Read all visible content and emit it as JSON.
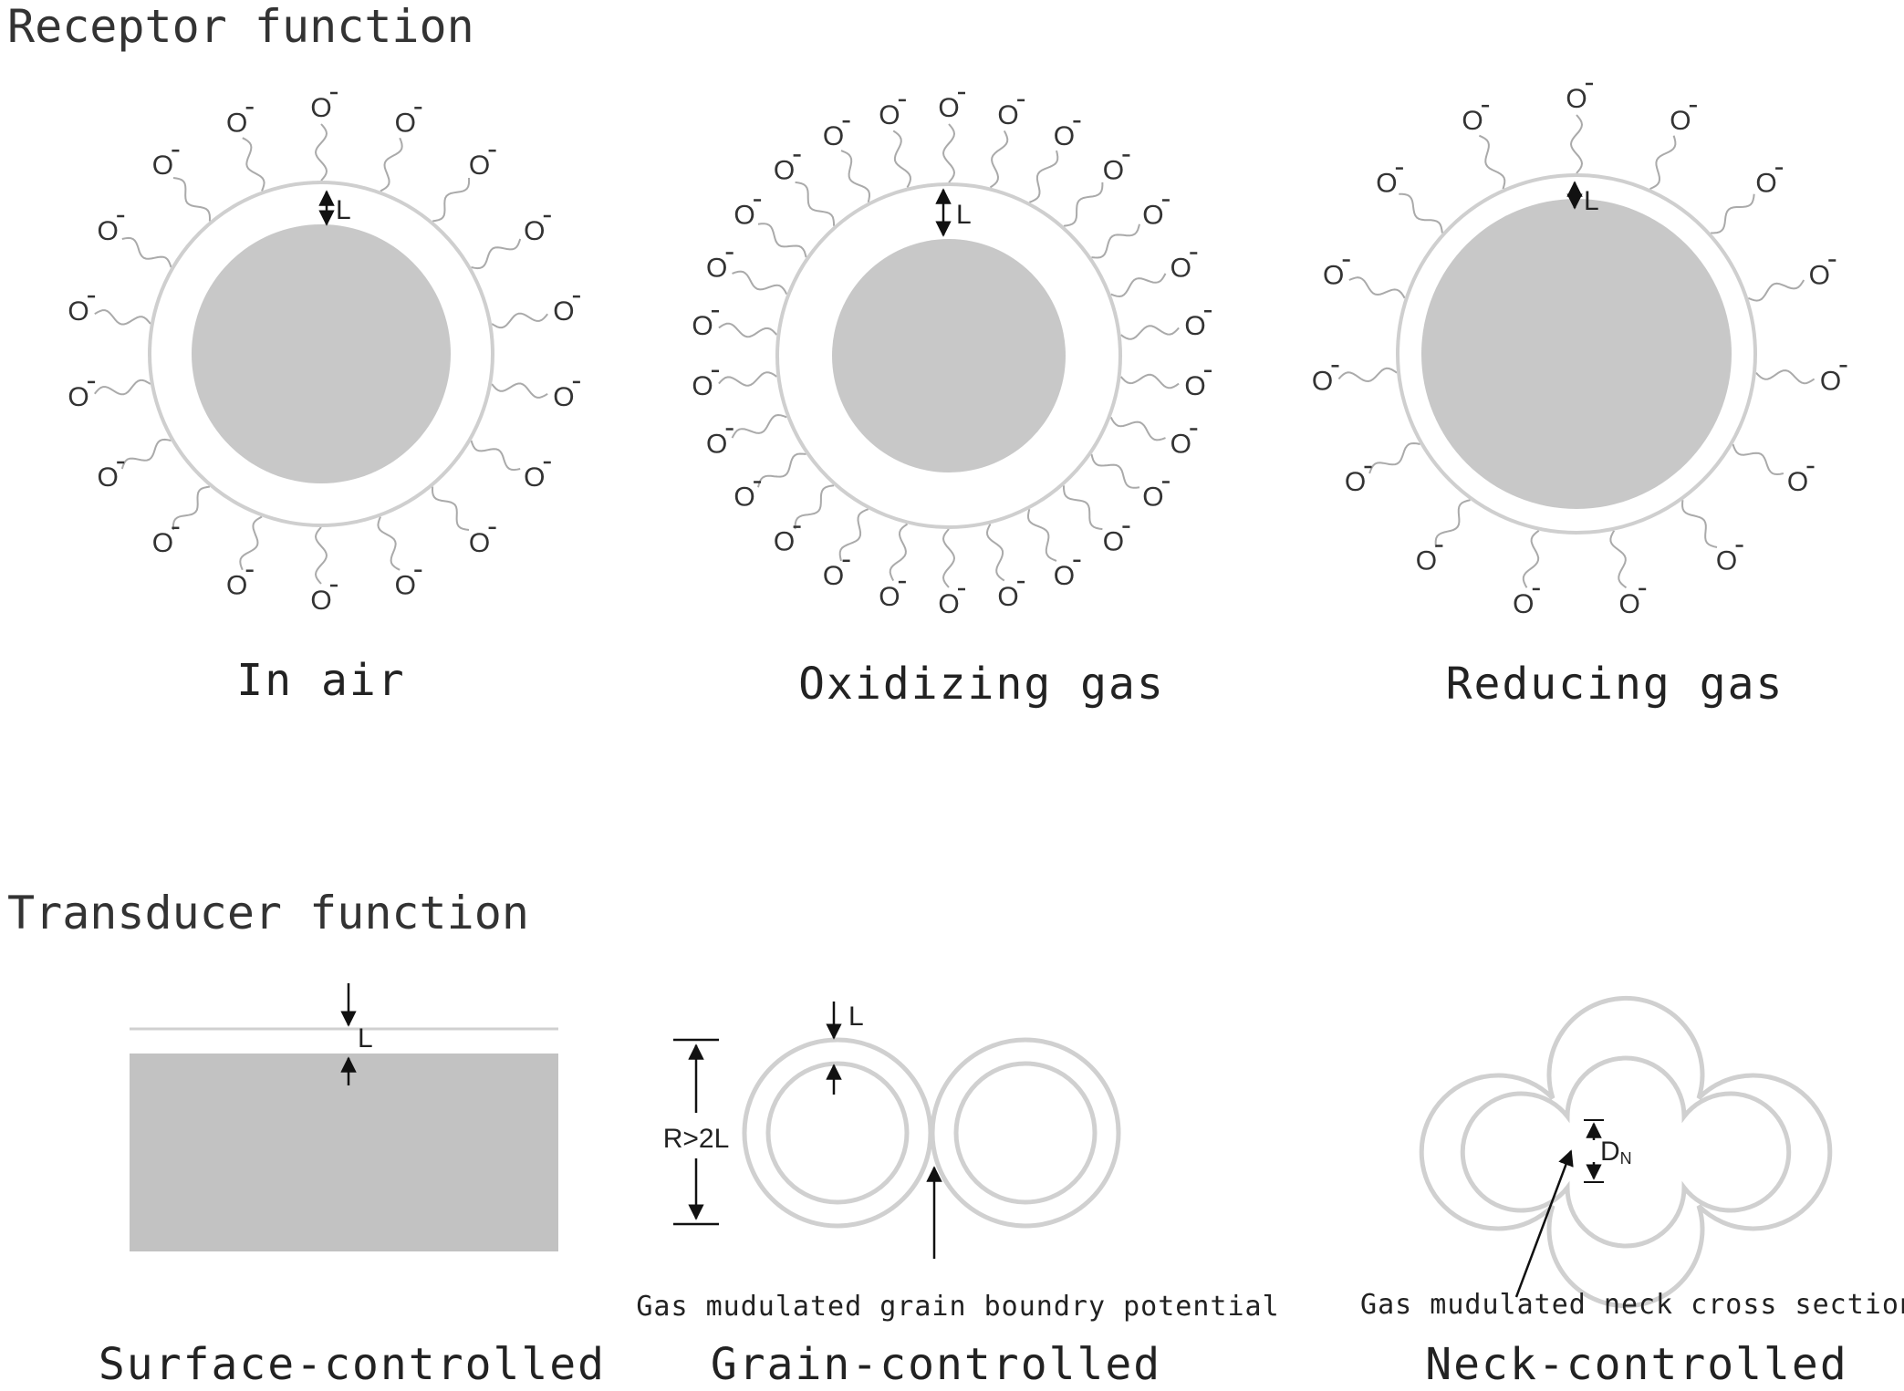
{
  "receptor": {
    "title": "Receptor function",
    "panels": [
      {
        "caption": "In air",
        "layer_label": "L",
        "ion_label": "O"
      },
      {
        "caption": "Oxidizing gas",
        "layer_label": "L",
        "ion_label": "O"
      },
      {
        "caption": "Reducing gas",
        "layer_label": "L",
        "ion_label": "O"
      }
    ]
  },
  "transducer": {
    "title": "Transducer function",
    "surface": {
      "caption": "Surface-controlled",
      "layer_label": "L"
    },
    "grain": {
      "caption": "Grain-controlled",
      "layer_label": "L",
      "size_label": "R>2L",
      "note": "Gas mudulated grain boundry potential"
    },
    "neck": {
      "caption": "Neck-controlled",
      "dn_label": "D",
      "dn_sub": "N",
      "note": "Gas mudulated neck cross section"
    }
  },
  "colors": {
    "core": "#c8c8c8",
    "shell_stroke": "#cfcfcf",
    "wave": "#aaaaaa",
    "arrow": "#111111"
  }
}
